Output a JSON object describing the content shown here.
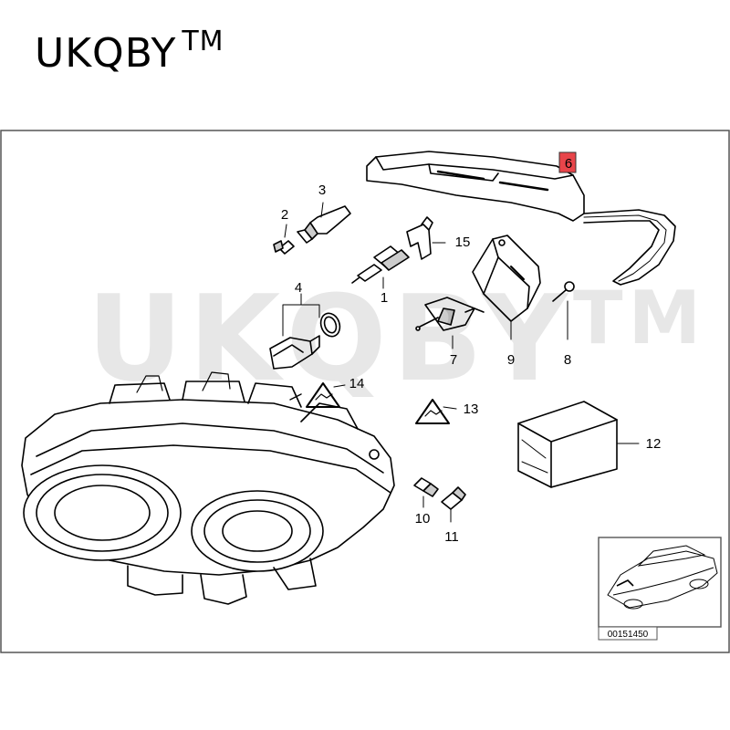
{
  "brand": {
    "name": "UKQBY",
    "trademark": "TM"
  },
  "watermark": {
    "name": "UKQBY",
    "trademark": "TM"
  },
  "callouts": [
    {
      "key": "p1",
      "label": "1"
    },
    {
      "key": "p2",
      "label": "2"
    },
    {
      "key": "p3",
      "label": "3"
    },
    {
      "key": "p4",
      "label": "4"
    },
    {
      "key": "p6",
      "label": "6",
      "highlight": "#e8454a"
    },
    {
      "key": "p7",
      "label": "7"
    },
    {
      "key": "p8",
      "label": "8"
    },
    {
      "key": "p9",
      "label": "9"
    },
    {
      "key": "p10",
      "label": "10"
    },
    {
      "key": "p11",
      "label": "11"
    },
    {
      "key": "p12",
      "label": "12"
    },
    {
      "key": "p13",
      "label": "13"
    },
    {
      "key": "p14",
      "label": "14"
    },
    {
      "key": "p15",
      "label": "15"
    }
  ],
  "inset": {
    "diagram_number": "00151450"
  },
  "colors": {
    "line": "#000000",
    "frame": "#555555",
    "highlight": "#e8454a",
    "shade": "#d9d9d9"
  }
}
